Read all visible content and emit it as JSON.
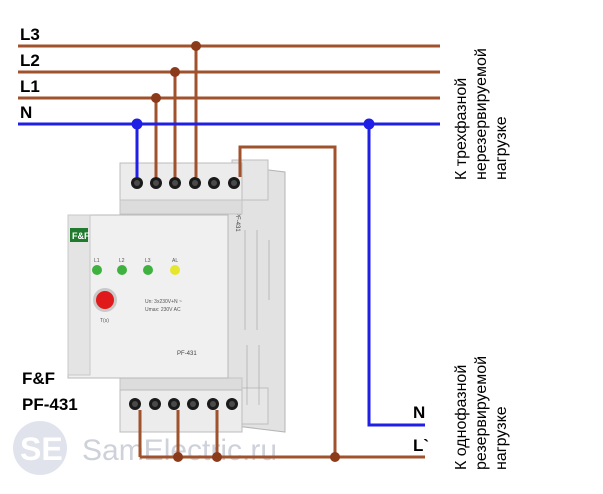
{
  "bus_labels": {
    "l3": "L3",
    "l2": "L2",
    "l1": "L1",
    "n": "N"
  },
  "load_labels": {
    "three_phase": [
      "К трехфазной",
      "нерезервируемой",
      "нагрузке"
    ],
    "single_phase": [
      "К однофазной",
      "резервируемой",
      "нагрузке"
    ]
  },
  "output_labels": {
    "n": "N",
    "l": "L`"
  },
  "device": {
    "brand": "F&F",
    "model": "PF-431",
    "front_model": "PF-431",
    "side_model": "PF-431",
    "led_labels": [
      "L1",
      "L2",
      "L3",
      "AL"
    ],
    "knob_label": "T(s)",
    "spec_lines": [
      "Un: 3x230V+N ~",
      "Umax: 230V AC"
    ],
    "colors": {
      "body": "#e8e8e8",
      "led_green": "#3fb13f",
      "led_yellow": "#e6e62e",
      "knob": "#e01a1a"
    }
  },
  "watermark": {
    "badge": "SE",
    "text": "SamElectric.ru"
  },
  "colors": {
    "phase_wire": "#a0522d",
    "neutral_wire": "#1f1fe6",
    "junction_phase": "#8b3a1a",
    "junction_neutral": "#1f1fe6"
  }
}
